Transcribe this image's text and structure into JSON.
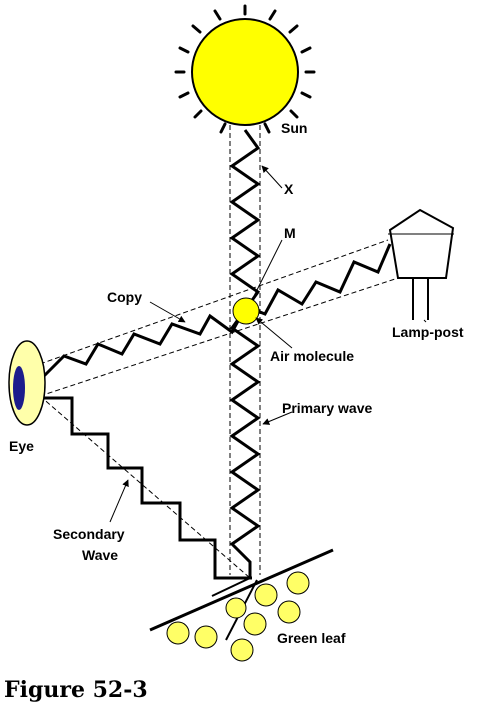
{
  "diagram": {
    "labels": {
      "sun": "Sun",
      "x": "X",
      "m": "M",
      "lamp_post": "Lamp-post",
      "copy": "Copy",
      "air_molecule": "Air molecule",
      "primary_wave": "Primary wave",
      "eye": "Eye",
      "secondary_wave_line1": "Secondary",
      "secondary_wave_line2": "Wave",
      "green_leaf": "Green leaf"
    },
    "caption": "Figure 52-3",
    "colors": {
      "sun_fill": "#ffff00",
      "molecule_fill": "#ffff00",
      "leaf_cell_fill": "#ffff66",
      "eye_fill": "#ffffaa",
      "pupil_fill": "#1c1c8c",
      "line": "#000000"
    }
  }
}
